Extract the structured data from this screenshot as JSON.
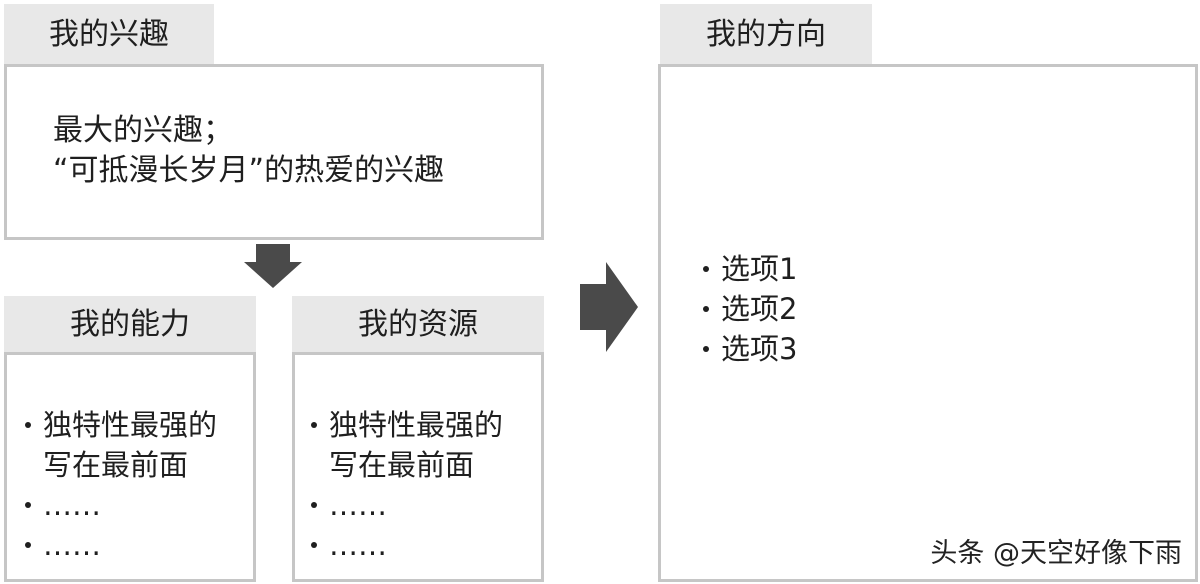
{
  "interest": {
    "title": "我的兴趣",
    "line1": "最大的兴趣；",
    "line2": "“可抵漫长岁月”的热爱的兴趣"
  },
  "ability": {
    "title": "我的能力",
    "items": [
      "独特性最强的写在最前面",
      "……",
      "……"
    ]
  },
  "resources": {
    "title": "我的资源",
    "items": [
      "独特性最强的写在最前面",
      "……",
      "……"
    ]
  },
  "direction": {
    "title": "我的方向",
    "items": [
      "选项1",
      "选项2",
      "选项3"
    ]
  },
  "watermark": "头条 @天空好像下雨",
  "colors": {
    "tab_background": "#e8e8e8",
    "box_border": "#c6c6c6",
    "arrow": "#4a4a4a"
  }
}
